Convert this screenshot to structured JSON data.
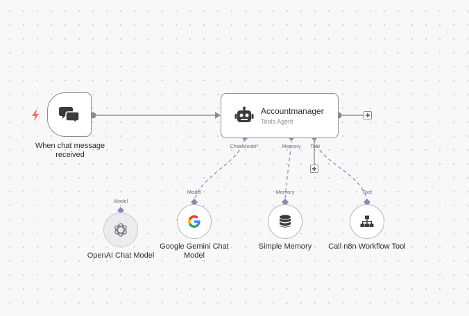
{
  "workflow": {
    "trigger": {
      "label": "When chat message received",
      "icon": "chat-bubbles-icon",
      "trigger_icon": "bolt-icon"
    },
    "agent": {
      "title": "Accountmanager",
      "subtitle": "Tools Agent",
      "icon": "robot-icon",
      "ports": {
        "chat_model": "Chat Model",
        "required_marker": "*",
        "memory": "Memory",
        "tool": "Tool"
      }
    },
    "sub_nodes": [
      {
        "name": "openai",
        "label": "OpenAI Chat Model",
        "port_label": "Model",
        "icon": "openai-icon",
        "connected": false
      },
      {
        "name": "gemini",
        "label": "Google Gemini Chat Model",
        "port_label": "Model",
        "icon": "google-icon",
        "connected": true
      },
      {
        "name": "memory",
        "label": "Simple Memory",
        "port_label": "Memory",
        "icon": "database-icon",
        "connected": true
      },
      {
        "name": "workflow-tool",
        "label": "Call n8n Workflow Tool",
        "port_label": "Tool",
        "icon": "sitemap-icon",
        "connected": true
      }
    ]
  },
  "colors": {
    "trigger_accent": "#ff6d5a",
    "connection": "#8a8fbf",
    "main_line": "#8a8a94",
    "port": "#8589b8"
  }
}
